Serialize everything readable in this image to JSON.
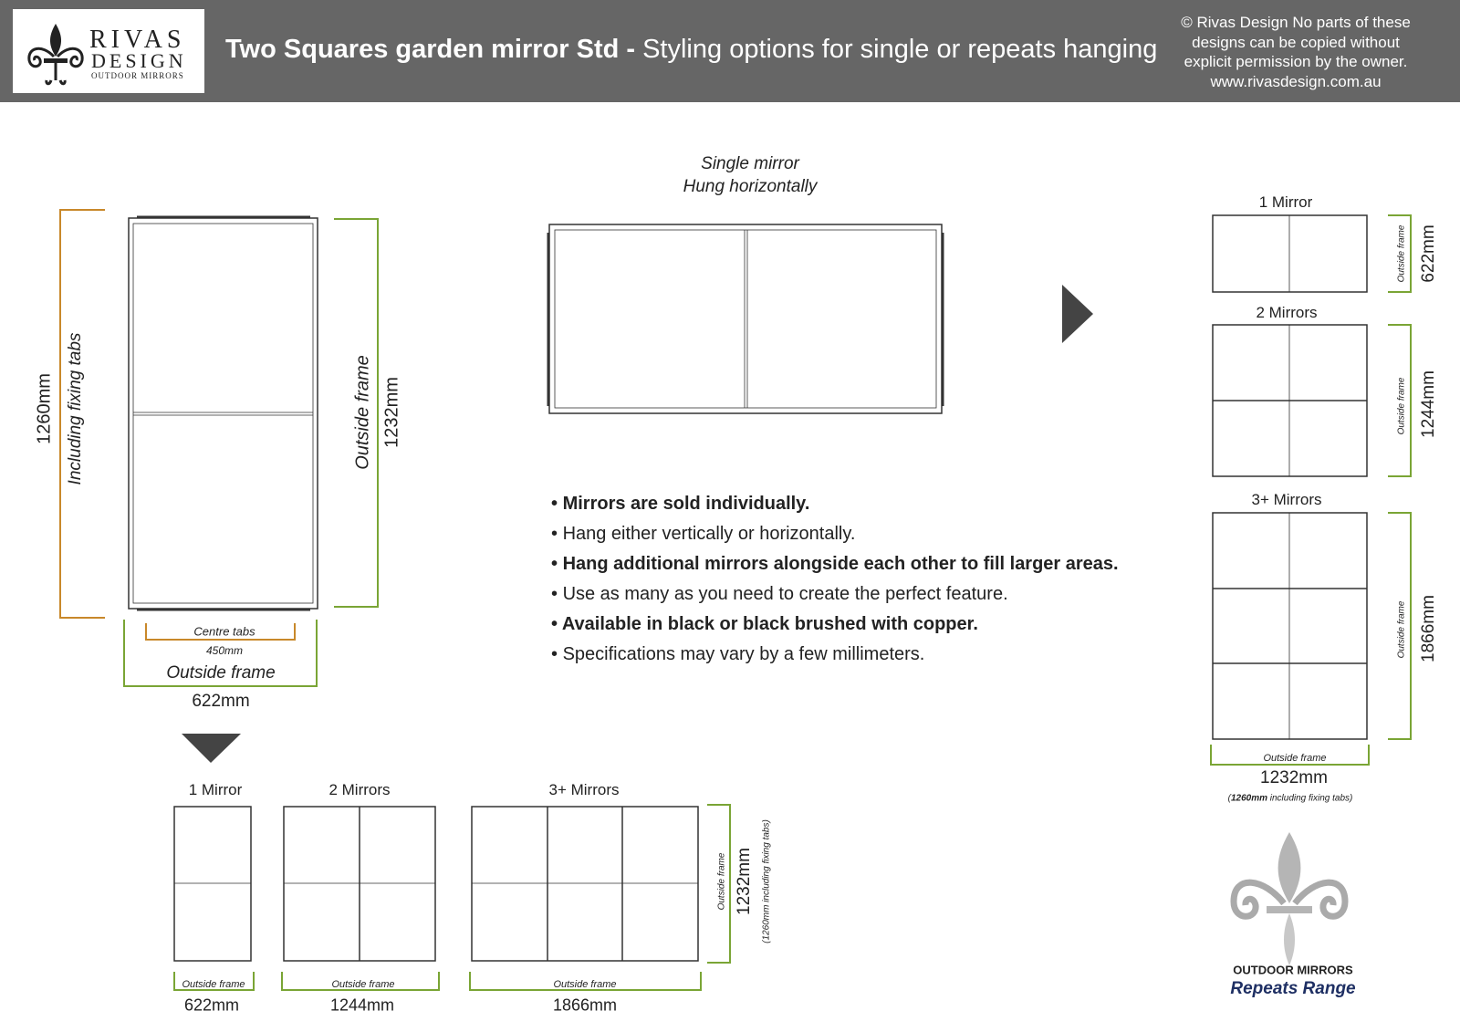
{
  "header": {
    "brand_line1": "RIVAS",
    "brand_line2": "DESIGN",
    "brand_line3": "OUTDOOR MIRRORS",
    "title_bold": "Two Squares garden mirror Std - ",
    "title_rest": "Styling options for single or repeats hanging",
    "copyright": [
      "© Rivas Design No parts of these",
      "designs can be copied without",
      "explicit permission by the owner.",
      "www.rivasdesign.com.au"
    ]
  },
  "main_mirror": {
    "height_total": "1260mm",
    "height_total_note": "Including fixing tabs",
    "height_frame_label": "Outside frame",
    "height_frame": "1232mm",
    "tabs_label": "Centre tabs",
    "tabs_width": "450mm",
    "width_label": "Outside frame",
    "width": "622mm"
  },
  "single_horizontal": {
    "caption_line1": "Single mirror",
    "caption_line2": "Hung horizontally"
  },
  "features": [
    {
      "text": "Mirrors are sold individually.",
      "bold": true
    },
    {
      "text": "Hang either vertically or horizontally.",
      "bold": false
    },
    {
      "text": "Hang additional mirrors alongside each other to fill larger areas.",
      "bold": true
    },
    {
      "text": "Use as many as you need to create the perfect feature.",
      "bold": false
    },
    {
      "text": "Available in black or black brushed with copper.",
      "bold": true
    },
    {
      "text": "Specifications may vary by a few millimeters.",
      "bold": false
    }
  ],
  "horizontal_repeats": {
    "one_label": "1 Mirror",
    "one_frame": "Outside frame",
    "one_size": "622mm",
    "two_label": "2 Mirrors",
    "two_frame": "Outside frame",
    "two_size": "1244mm",
    "three_label": "3+ Mirrors",
    "three_frame": "Outside frame",
    "three_size": "1866mm",
    "height_frame": "Outside frame",
    "height": "1232mm",
    "height_note": "(1260mm including fixing tabs)"
  },
  "vertical_repeats": {
    "one_label": "1 Mirror",
    "one_frame": "Outside frame",
    "one_size": "622mm",
    "two_label": "2 Mirrors",
    "two_frame": "Outside frame",
    "two_size": "1244mm",
    "three_label": "3+ Mirrors",
    "three_frame": "Outside frame",
    "three_size": "1866mm",
    "width_frame": "Outside frame",
    "width": "1232mm",
    "width_note_bold": "1260mm",
    "width_note_rest": " including fixing tabs"
  },
  "range": {
    "line1": "OUTDOOR MIRRORS",
    "line2": "Repeats Range"
  },
  "colors": {
    "header_bg": "#666666",
    "green_dimension": "#7aa535",
    "orange_dimension": "#c8882a",
    "frame": "#333333",
    "range_blue": "#1e2f63",
    "emblem_gray": "#aaaaaa"
  }
}
